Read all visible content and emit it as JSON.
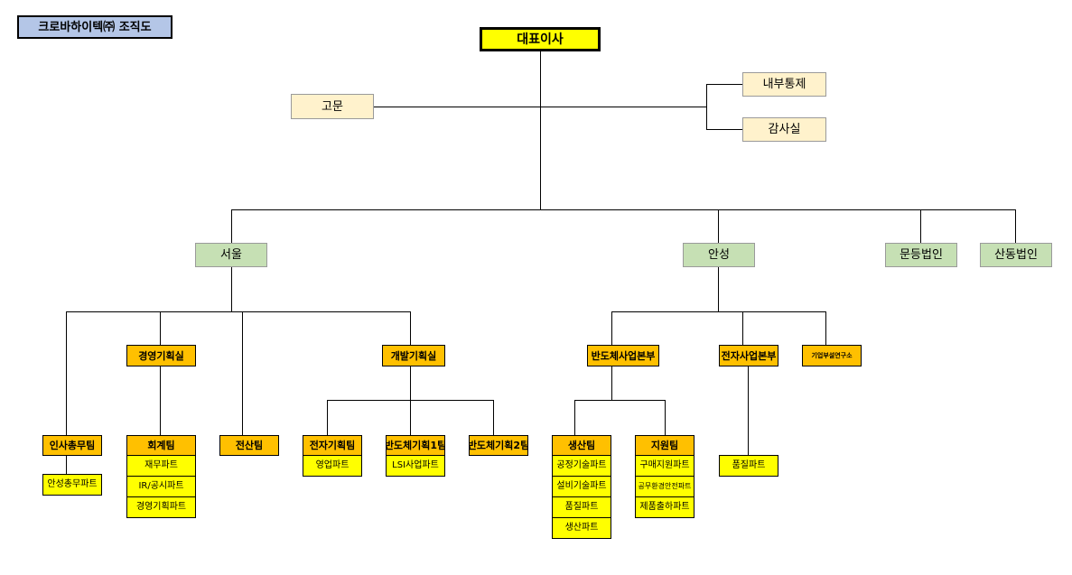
{
  "title": "크로바하이텍㈜ 조직도",
  "ceo": "대표이사",
  "advisor": "고문",
  "internal_control": "내부통제",
  "audit_office": "감사실",
  "sites": {
    "seoul": "서울",
    "anseong": "안성",
    "mundeung": "문등법인",
    "sandong": "산동법인"
  },
  "seoul": {
    "hr_team": "인사총무팀",
    "hr_part": "안성총무파트",
    "mgmt_planning": "경영기획실",
    "accounting_team": "회계팀",
    "accounting_parts": [
      "재무파트",
      "IR/공시파트",
      "경영기획파트"
    ],
    "it_team": "전산팀",
    "dev_planning": "개발기획실",
    "elec_planning_team": "전자기획팀",
    "elec_planning_part": "영업파트",
    "semi_planning1": "반도체기획1팀",
    "semi_planning1_part": "LSI사업파트",
    "semi_planning2": "반도체기획2팀"
  },
  "anseong": {
    "semi_division": "반도체사업본부",
    "elec_division": "전자사업본부",
    "research_lab": "기업부설연구소",
    "production_team": "생산팀",
    "production_parts": [
      "공정기술파트",
      "설비기술파트",
      "품질파트",
      "생산파트"
    ],
    "support_team": "지원팀",
    "support_parts": [
      "구매지원파트",
      "공무환경안전파트",
      "제품출하파트"
    ],
    "elec_quality_part": "품질파트"
  }
}
